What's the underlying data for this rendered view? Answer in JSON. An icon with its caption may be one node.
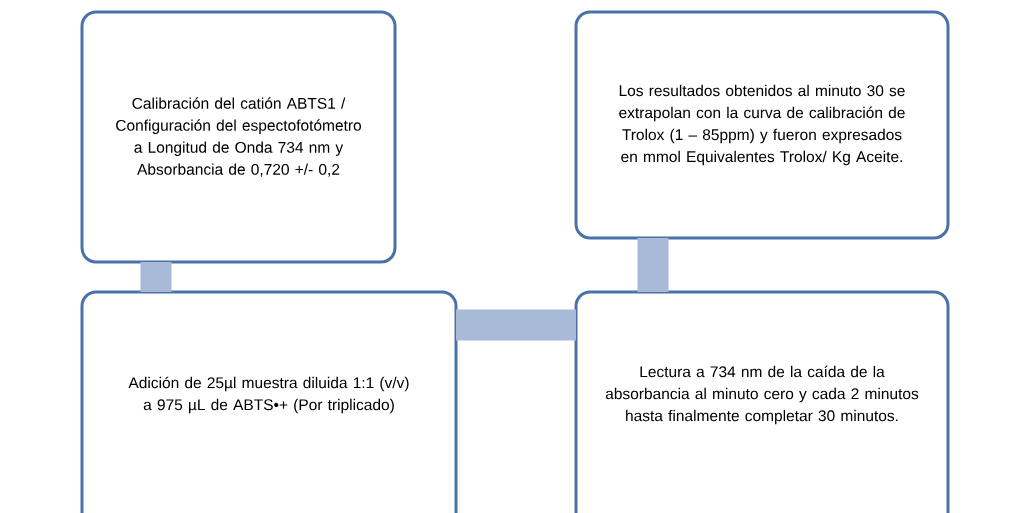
{
  "diagram": {
    "nodes": [
      {
        "text": [
          "Calibración del catión ABTS1 / Configuración del espectofotómetro a Longitud de Onda 734 nm y Absorbancia de 0,720 +/- 0,2"
        ]
      },
      {
        "text": [
          "Los resultados obtenidos al minuto 30 se extrapolan con la curva de calibración de Trolox (1 – 85ppm) y fueron expresados en mmol Equivalentes Trolox/ Kg Aceite."
        ]
      },
      {
        "text": [
          "Adición de 25µl muestra diluida 1:1 (v/v) a  975 µL de ABTS•+ (Por triplicado)"
        ]
      },
      {
        "text": [
          "Lectura a 734 nm de la caída de la absorbancia al minuto cero y cada 2 minutos hasta finalmente completar 30 minutos."
        ]
      }
    ],
    "edges": [
      {
        "from": 0,
        "to": 2,
        "arrow": "none"
      },
      {
        "from": 2,
        "to": 3,
        "arrow": "none"
      },
      {
        "from": 3,
        "to": 1,
        "arrow": "none"
      }
    ]
  }
}
